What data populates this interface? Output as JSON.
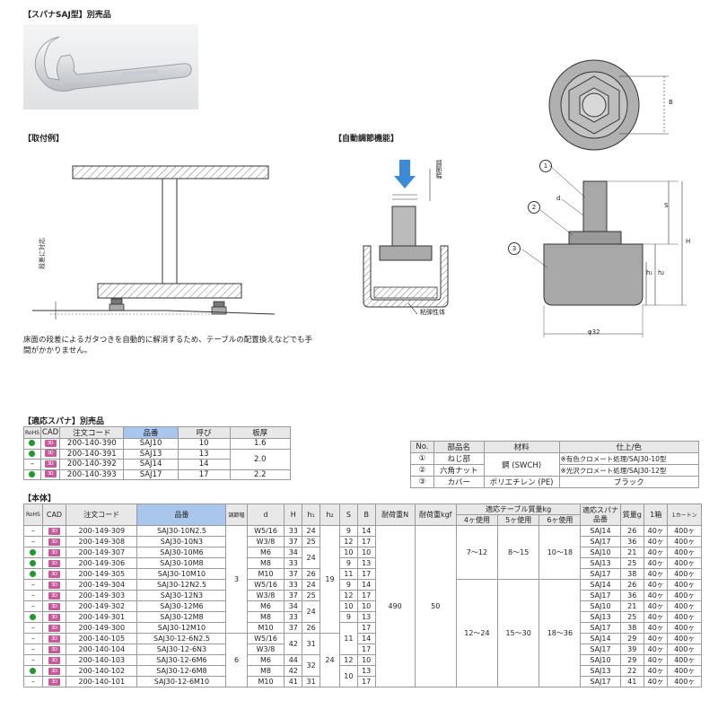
{
  "headers": {
    "spanner_type": "【スパナSAJ型】別売品",
    "mounting": "【取付例】",
    "auto_adjust": "【自動調節機能】",
    "spanner_table": "【適応スパナ】別売品",
    "body_table": "【本体】"
  },
  "caption": "床面の段差によるガタつきを自動的に解消するため、テーブルの配置換えなどでも手間がかかりません。",
  "labels": {
    "floor_diff": "段差に対応",
    "adjust_width": "調節幅",
    "elastic": "粘弾性体",
    "dim_B": "B",
    "dim_S": "S",
    "dim_H": "H",
    "dim_h1": "h₁",
    "dim_h2": "h₂",
    "dim_d": "d",
    "dim_phi": "φ32",
    "c1": "1",
    "c2": "2",
    "c3": "3"
  },
  "colors": {
    "dot": "#1e9a2b",
    "cad": "#c45a9a",
    "highlight": "#a9c6ec",
    "header": "#e8e8e8",
    "part_gray": "#a8a8a8"
  },
  "spanner": {
    "headers": [
      "RoHS",
      "CAD",
      "注文コード",
      "品番",
      "呼び",
      "板厚"
    ],
    "rows": [
      {
        "rohs": "dot",
        "code": "200-140-390",
        "part": "SAJ10",
        "size": "10",
        "t": "1.6"
      },
      {
        "rohs": "dot",
        "code": "200-140-391",
        "part": "SAJ13",
        "size": "13",
        "t": "2.0"
      },
      {
        "rohs": "–",
        "code": "200-140-392",
        "part": "SAJ14",
        "size": "14"
      },
      {
        "rohs": "dot",
        "code": "200-140-393",
        "part": "SAJ17",
        "size": "17",
        "t": "2.2"
      }
    ],
    "cad_label": "3D"
  },
  "parts": {
    "headers": [
      "No.",
      "部品名",
      "材料",
      "仕上/色"
    ],
    "rows": [
      {
        "no": "①",
        "name": "ねじ部",
        "material": "鋼 (SWCH)",
        "finish": "※有色クロメート処理/SAJ30-10型"
      },
      {
        "no": "②",
        "name": "六角ナット",
        "finish": "※光沢クロメート処理/SAJ30-12型"
      },
      {
        "no": "③",
        "name": "カバー",
        "material": "ポリエチレン (PE)",
        "finish": "ブラック"
      }
    ]
  },
  "body": {
    "headers": {
      "rohs": "RoHS",
      "cad": "CAD",
      "code": "注文コード",
      "part": "品番",
      "adj": "調節幅",
      "d": "d",
      "H": "H",
      "h1": "h₁",
      "h2": "h₂",
      "S": "S",
      "B": "B",
      "loadN": "耐荷重N",
      "loadKgf": "耐荷重kgf",
      "table_mass": "適応テーブル質量kg",
      "use4": "4ヶ使用",
      "use5": "5ヶ使用",
      "use6": "6ヶ使用",
      "spanner": "適応スパナ品番",
      "mass": "質量g",
      "box": "1箱",
      "carton": "1カートン"
    },
    "rows": [
      {
        "rohs": "–",
        "code": "200-149-309",
        "part": "SAJ30-10N2.5",
        "d": "W5/16",
        "H": "33",
        "h1": "24",
        "S": "9",
        "B": "14",
        "sp": "SAJ14",
        "m": "26",
        "box": "40ヶ",
        "ct": "400ヶ"
      },
      {
        "rohs": "–",
        "code": "200-149-308",
        "part": "SAJ30-10N3",
        "d": "W3/8",
        "H": "37",
        "h1": "25",
        "S": "12",
        "B": "17",
        "sp": "SAJ17",
        "m": "36",
        "box": "40ヶ",
        "ct": "400ヶ"
      },
      {
        "rohs": "dot",
        "code": "200-149-307",
        "part": "SAJ30-10M6",
        "d": "M6",
        "H": "34",
        "S": "10",
        "B": "10",
        "sp": "SAJ10",
        "m": "21",
        "box": "40ヶ",
        "ct": "400ヶ"
      },
      {
        "rohs": "dot",
        "code": "200-149-306",
        "part": "SAJ30-10M8",
        "d": "M8",
        "H": "33",
        "S": "9",
        "B": "13",
        "sp": "SAJ13",
        "m": "25",
        "box": "40ヶ",
        "ct": "400ヶ"
      },
      {
        "rohs": "dot",
        "code": "200-149-305",
        "part": "SAJ30-10M10",
        "d": "M10",
        "H": "37",
        "h1": "26",
        "S": "11",
        "B": "17",
        "sp": "SAJ17",
        "m": "38",
        "box": "40ヶ",
        "ct": "400ヶ"
      },
      {
        "rohs": "–",
        "code": "200-149-304",
        "part": "SAJ30-12N2.5",
        "d": "W5/16",
        "H": "33",
        "h1": "24",
        "S": "9",
        "B": "14",
        "sp": "SAJ14",
        "m": "26",
        "box": "40ヶ",
        "ct": "400ヶ"
      },
      {
        "rohs": "–",
        "code": "200-149-303",
        "part": "SAJ30-12N3",
        "d": "W3/8",
        "H": "37",
        "h1": "25",
        "S": "12",
        "B": "17",
        "sp": "SAJ17",
        "m": "36",
        "box": "40ヶ",
        "ct": "400ヶ"
      },
      {
        "rohs": "–",
        "code": "200-149-302",
        "part": "SAJ30-12M6",
        "d": "M6",
        "H": "34",
        "S": "10",
        "B": "10",
        "sp": "SAJ10",
        "m": "21",
        "box": "40ヶ",
        "ct": "400ヶ"
      },
      {
        "rohs": "dot",
        "code": "200-149-301",
        "part": "SAJ30-12M8",
        "d": "M8",
        "H": "33",
        "S": "9",
        "B": "13",
        "sp": "SAJ13",
        "m": "25",
        "box": "40ヶ",
        "ct": "400ヶ"
      },
      {
        "rohs": "–",
        "code": "200-149-300",
        "part": "SAJ30-12M10",
        "d": "M10",
        "H": "37",
        "h1": "26",
        "B": "17",
        "sp": "SAJ17",
        "m": "38",
        "box": "40ヶ",
        "ct": "400ヶ"
      },
      {
        "rohs": "–",
        "code": "200-140-105",
        "part": "SAJ30-12-6N2.5",
        "d": "W5/16",
        "B": "14",
        "sp": "SAJ14",
        "m": "29",
        "box": "40ヶ",
        "ct": "400ヶ"
      },
      {
        "rohs": "–",
        "code": "200-140-104",
        "part": "SAJ30-12-6N3",
        "d": "W3/8",
        "B": "17",
        "sp": "SAJ17",
        "m": "39",
        "box": "40ヶ",
        "ct": "400ヶ"
      },
      {
        "rohs": "–",
        "code": "200-140-103",
        "part": "SAJ30-12-6M6",
        "d": "M6",
        "H": "44",
        "S": "12",
        "B": "10",
        "sp": "SAJ10",
        "m": "29",
        "box": "40ヶ",
        "ct": "400ヶ"
      },
      {
        "rohs": "dot",
        "code": "200-140-102",
        "part": "SAJ30-12-6M8",
        "d": "M8",
        "H": "42",
        "B": "13",
        "sp": "SAJ13",
        "m": "22",
        "box": "40ヶ",
        "ct": "400ヶ"
      },
      {
        "rohs": "–",
        "code": "200-140-101",
        "part": "SAJ30-12-6M10",
        "d": "M10",
        "H": "41",
        "h1": "31",
        "B": "17",
        "sp": "SAJ17",
        "m": "41",
        "box": "40ヶ",
        "ct": "400ヶ"
      }
    ],
    "merged": {
      "h1_24": "24",
      "h1_24b": "24",
      "H_42": "42",
      "h1_31": "31",
      "h1_32": "32",
      "adj_3": "3",
      "adj_6": "6",
      "h2_19": "19",
      "h2_24": "24",
      "S_11": "11",
      "S_10": "10",
      "loadN": "490",
      "loadKgf": "50",
      "g1_4": "7～12",
      "g1_5": "8～15",
      "g1_6": "10～18",
      "g2_4": "12～24",
      "g2_5": "15～30",
      "g2_6": "18～36"
    }
  }
}
